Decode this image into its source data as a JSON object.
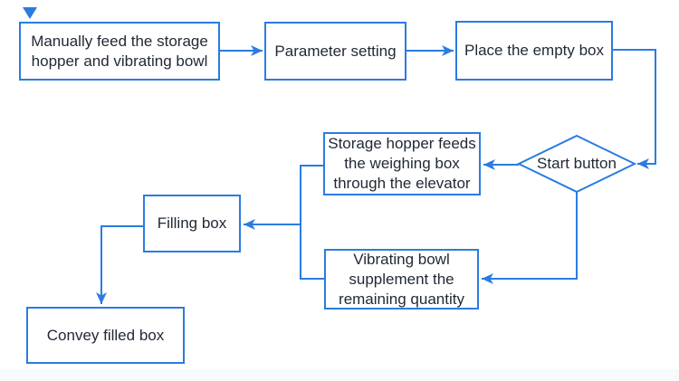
{
  "colors": {
    "accent": "#2A7CDF",
    "text": "#222A35",
    "footer_strip": "#F7F9FA"
  },
  "diagram": {
    "nodes": {
      "manual_feed": {
        "label": "Manually feed the storage\nhopper and vibrating bowl",
        "shape": "rectangle"
      },
      "parameter_setting": {
        "label": "Parameter setting",
        "shape": "rectangle"
      },
      "place_empty_box": {
        "label": "Place the empty box",
        "shape": "rectangle"
      },
      "start_button": {
        "label": "Start button",
        "shape": "diamond"
      },
      "storage_hopper": {
        "label": "Storage hopper feeds\nthe weighing box\nthrough the elevator",
        "shape": "rectangle"
      },
      "vibrating_bowl": {
        "label": "Vibrating bowl\nsupplement the\nremaining quantity",
        "shape": "rectangle"
      },
      "filling_box": {
        "label": "Filling box",
        "shape": "rectangle"
      },
      "convey_filled_box": {
        "label": "Convey filled box",
        "shape": "rectangle"
      }
    },
    "edges": [
      {
        "from": "manual_feed",
        "to": "parameter_setting"
      },
      {
        "from": "parameter_setting",
        "to": "place_empty_box"
      },
      {
        "from": "place_empty_box",
        "to": "start_button"
      },
      {
        "from": "start_button",
        "to": "storage_hopper"
      },
      {
        "from": "start_button",
        "to": "vibrating_bowl"
      },
      {
        "from": "storage_hopper",
        "to": "filling_box"
      },
      {
        "from": "vibrating_bowl",
        "to": "filling_box"
      },
      {
        "from": "filling_box",
        "to": "convey_filled_box"
      }
    ]
  }
}
